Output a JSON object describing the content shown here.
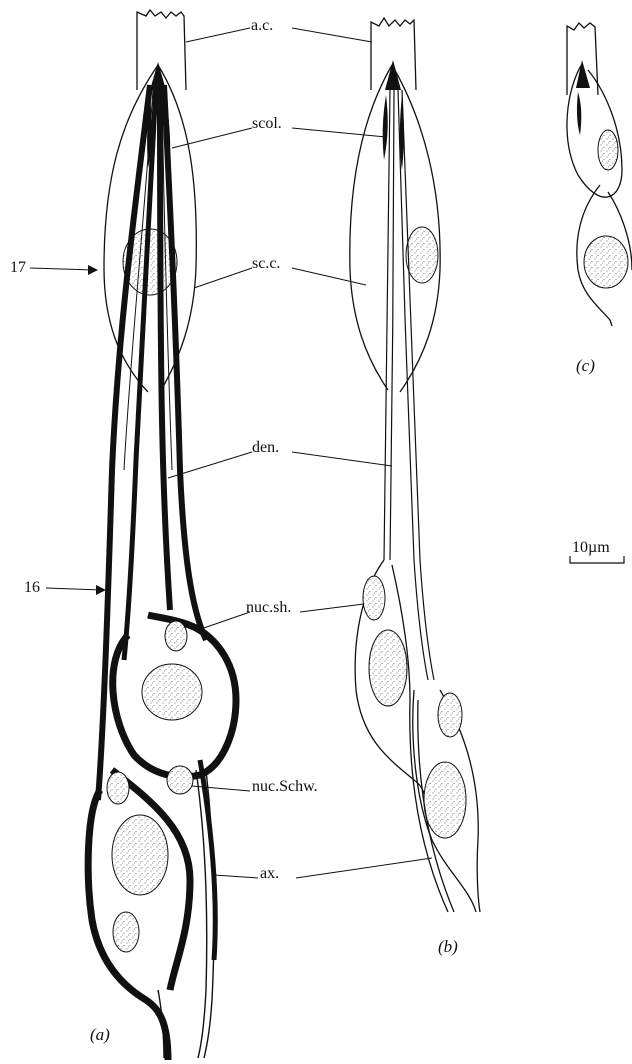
{
  "labels": {
    "ac": "a.c.",
    "scol": "scol.",
    "scc": "sc.c.",
    "den": "den.",
    "nucsh": "nuc.sh.",
    "nucschw": "nuc.Schw.",
    "ax": "ax."
  },
  "markers": {
    "m17": "17",
    "m16": "16"
  },
  "panels": {
    "a": "(a)",
    "b": "(b)",
    "c": "(c)"
  },
  "scale_bar": {
    "label": "10µm"
  },
  "colors": {
    "ink": "#111111",
    "stipple": "#555555",
    "paper": "#ffffff"
  }
}
